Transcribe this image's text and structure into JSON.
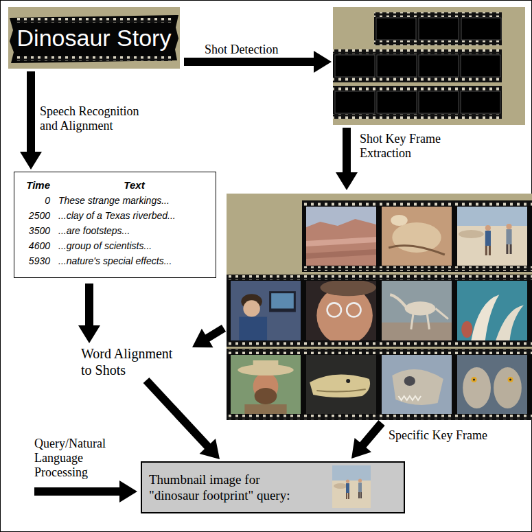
{
  "diagram": {
    "nodes": [
      {
        "text": [
          "Dinosaur Story"
        ]
      },
      {
        "text": [
          "Time",
          "Text",
          "0",
          "These strange markings...",
          "2500",
          "...clay of a Texas riverbed...",
          "3500",
          "...are footsteps...",
          "4600",
          "...group of scientists...",
          "5930",
          "...nature's special effects..."
        ]
      },
      {
        "text": [
          "Word Alignment to Shots"
        ]
      },
      {
        "text": [
          "Thumbnail image for \"dinosaur footprint\" query:"
        ]
      }
    ],
    "edges": [
      {
        "from": 0,
        "to": 1,
        "arrow": "to",
        "label": "Speech Recognition and Alignment"
      },
      {
        "from": 1,
        "to": 2,
        "arrow": "to"
      },
      {
        "from": 2,
        "to": 3,
        "arrow": "to"
      }
    ],
    "labels": [
      "Shot Detection",
      "Shot Key Frame Extraction",
      "Specific Key Frame",
      "Query/Natural Language Processing"
    ]
  }
}
